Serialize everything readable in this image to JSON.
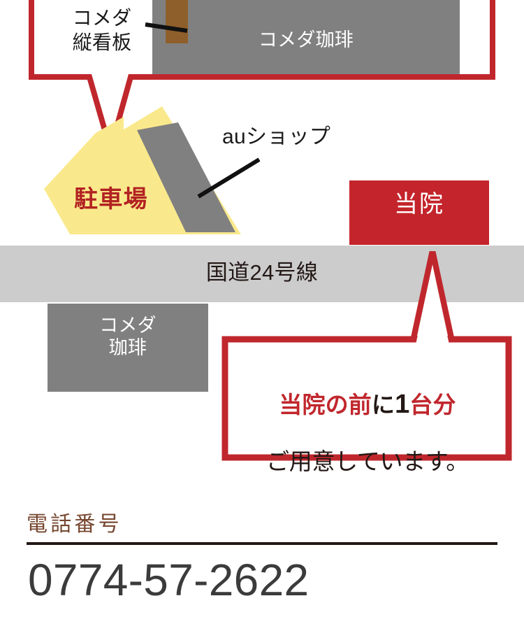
{
  "map": {
    "buildings": [
      {
        "id": "komeda-top",
        "label": "コメダ珈琲"
      },
      {
        "id": "komeda-bottom",
        "label": "コメダ\n珈琲"
      },
      {
        "id": "clinic",
        "label": "当院"
      },
      {
        "id": "parking",
        "label": "駐車場"
      }
    ],
    "road": {
      "label": "国道24号線"
    },
    "annotations": [
      {
        "id": "au-shop",
        "label": "auショップ"
      }
    ],
    "callouts": [
      {
        "id": "komeda-sign",
        "label": "コメダ\n縦看板"
      },
      {
        "id": "parking-note",
        "line1_a": "当院の前",
        "line1_b": "に",
        "line1_num": "1",
        "line1_c": "台分",
        "line2": "ご用意しています。"
      }
    ],
    "colors": {
      "callout_red": "#c0272d",
      "clinic_red": "#c4242b",
      "parking_yellow": "#fae98c",
      "building_gray": "#808080",
      "road_gray": "#cccccc",
      "sign_brown": "#8f5f2b",
      "parking_text_red": "#b22222"
    }
  },
  "phone": {
    "heading": "電話番号",
    "number": "0774-57-2622"
  }
}
